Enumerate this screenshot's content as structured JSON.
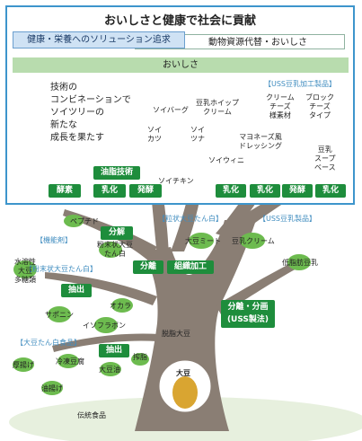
{
  "title": "おいしさと健康で社会に貢献",
  "bands": {
    "blue": "健康・栄養へのソリューション追求",
    "white": "動物資源代替・おいしさ",
    "green": "おいしさ"
  },
  "slogan": [
    "技術の",
    "コンビネーションで",
    "ソイツリーの",
    "新たな",
    "成長を果たす"
  ],
  "categories": {
    "uss_processed": "【USS豆乳加工製品】",
    "textured": "【粒状大豆たん白】",
    "uss_soymilk": "【USS豆乳製品】",
    "functional": "【機能剤】",
    "powder": "【粉末状大豆たん白】",
    "tofu": "【大豆たん白食品】"
  },
  "tech_boxes": {
    "oil_tech": "油脂技術",
    "bottom": [
      "酵素",
      "乳化",
      "発酵"
    ],
    "right": [
      "乳化",
      "乳化",
      "発酵",
      "乳化"
    ],
    "bunkai": "分解",
    "bunri": "分離",
    "soshiki": "組織加工",
    "chushutsu1": "抽出",
    "chushutsu2": "抽出",
    "uss": [
      "分離・分画",
      "(USS製法)"
    ]
  },
  "leaves_top": {
    "soy_burger": "ソイバーグ",
    "soy_katsu": [
      "ソイ",
      "カツ"
    ],
    "soy_tuna": [
      "ソイ",
      "ツナ"
    ],
    "soy_whip": [
      "豆乳ホイップ",
      "クリーム"
    ],
    "cream_cheese": [
      "クリーム",
      "チーズ",
      "様素材"
    ],
    "block_cheese": [
      "ブロック",
      "チーズ",
      "タイプ"
    ],
    "mayo": [
      "マヨネーズ風",
      "ドレッシング"
    ],
    "soy_vienna": "ソイウィニ",
    "soy_chicken": "ソイチキン",
    "soup_base": [
      "豆乳",
      "スープ",
      "ベース"
    ]
  },
  "leaves_bottom": {
    "peptide": "ペプチド",
    "powder_soy": [
      "粉末状大豆",
      "たん白"
    ],
    "polysaccharide": [
      "水溶性",
      "大豆",
      "多糖類"
    ],
    "soy_meat": "大豆ミート",
    "soy_cream": "豆乳クリーム",
    "low_fat_milk": "低脂肪豆乳",
    "saponin": "サポニン",
    "okara": "オカラ",
    "isoflavone": "イソフラボン",
    "defatted": "脱脂大豆",
    "atsuage": "厚揚げ",
    "koya": "冷凍豆腐",
    "lecithin": "大豆油",
    "kaseki": "搾脂",
    "aburaage": "油揚げ",
    "traditional": "伝統食品",
    "daizu": "大豆"
  },
  "colors": {
    "frame": "#3d95cc",
    "tech_green": "#1e8d3c",
    "leaf_green": "#6dbb4f",
    "trunk": "#8a7e74",
    "category_blue": "#3f8cbf",
    "soybean": "#d9a531"
  }
}
